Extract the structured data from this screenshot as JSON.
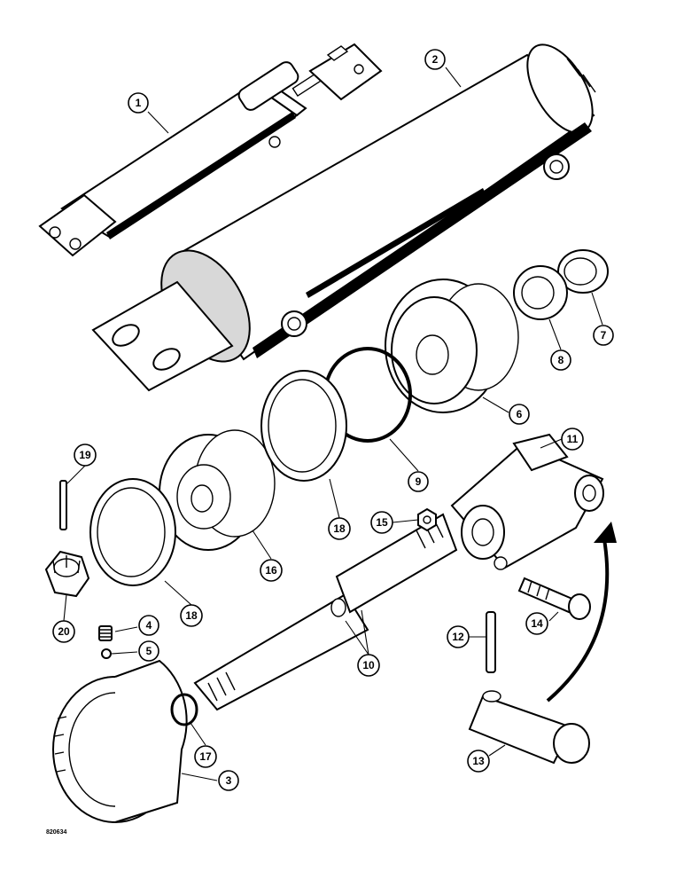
{
  "diagram": {
    "reference_code": "820634",
    "callouts": [
      {
        "id": "c1",
        "label": "1"
      },
      {
        "id": "c2",
        "label": "2"
      },
      {
        "id": "c3",
        "label": "3"
      },
      {
        "id": "c4",
        "label": "4"
      },
      {
        "id": "c5",
        "label": "5"
      },
      {
        "id": "c6",
        "label": "6"
      },
      {
        "id": "c7",
        "label": "7"
      },
      {
        "id": "c8",
        "label": "8"
      },
      {
        "id": "c9",
        "label": "9"
      },
      {
        "id": "c10",
        "label": "10"
      },
      {
        "id": "c11",
        "label": "11"
      },
      {
        "id": "c12",
        "label": "12"
      },
      {
        "id": "c13",
        "label": "13"
      },
      {
        "id": "c14",
        "label": "14"
      },
      {
        "id": "c15",
        "label": "15"
      },
      {
        "id": "c16",
        "label": "16"
      },
      {
        "id": "c17",
        "label": "17"
      },
      {
        "id": "c18a",
        "label": "18"
      },
      {
        "id": "c18b",
        "label": "18"
      },
      {
        "id": "c19",
        "label": "19"
      },
      {
        "id": "c20",
        "label": "20"
      }
    ]
  }
}
